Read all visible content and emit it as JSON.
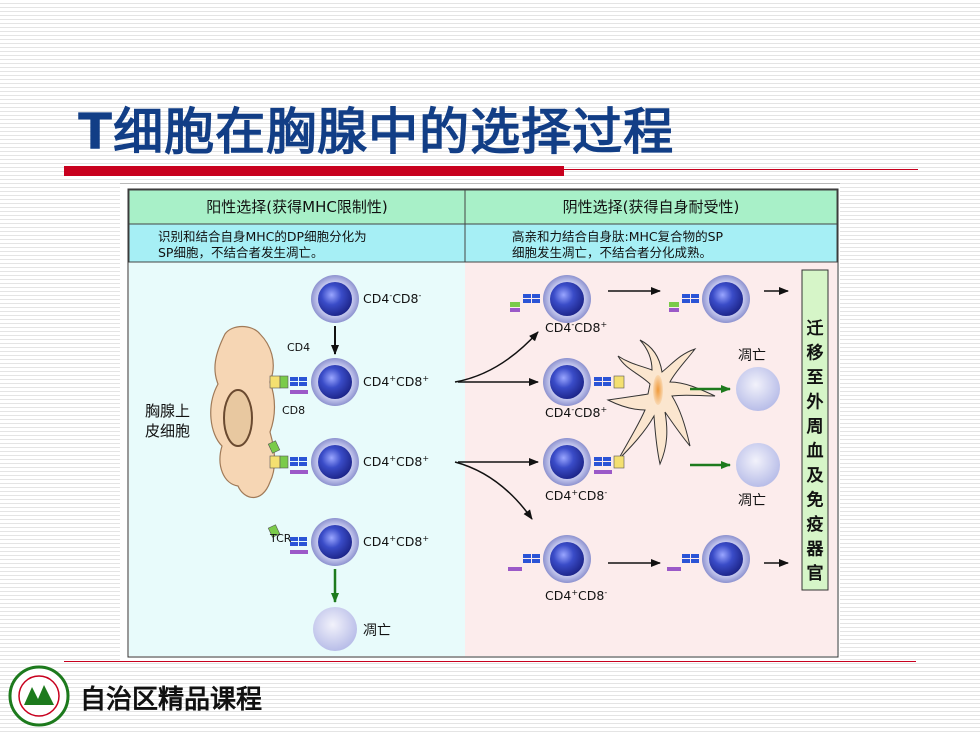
{
  "title": "T细胞在胸腺中的选择过程",
  "footer": "自治区精品课程",
  "diagram": {
    "left_header": "阳性选择(获得MHC限制性)",
    "right_header": "阴性选择(获得自身耐受性)",
    "left_desc_1": "识别和结合自身MHC的DP细胞分化为",
    "left_desc_2": "SP细胞，不结合者发生凋亡。",
    "right_desc_1": "高亲和力结合自身肽:MHC复合物的SP",
    "right_desc_2": "细胞发生凋亡，不结合者分化成熟。",
    "epithelial_label_1": "胸腺上",
    "epithelial_label_2": "皮细胞",
    "migrate_label": "迁移至外周血及免疫器官",
    "cd4_label": "CD4",
    "cd8_label": "CD8",
    "tcr_label": "TCR",
    "apoptosis": "凋亡",
    "cell_labels": {
      "l1": {
        "main": "CD4",
        "s1": "-",
        "mid": "CD8",
        "s2": "-"
      },
      "l2": {
        "main": "CD4",
        "s1": "+",
        "mid": "CD8",
        "s2": "+"
      },
      "l3": {
        "main": "CD4",
        "s1": "+",
        "mid": "CD8",
        "s2": "+"
      },
      "l4": {
        "main": "CD4",
        "s1": "+",
        "mid": "CD8",
        "s2": "+"
      },
      "r1": {
        "main": "CD4",
        "s1": "-",
        "mid": "CD8",
        "s2": "+"
      },
      "r2": {
        "main": "CD4",
        "s1": "-",
        "mid": "CD8",
        "s2": "+"
      },
      "r3": {
        "main": "CD4",
        "s1": "+",
        "mid": "CD8",
        "s2": "-"
      },
      "r4": {
        "main": "CD4",
        "s1": "+",
        "mid": "CD8",
        "s2": "-"
      }
    }
  },
  "colors": {
    "title": "#123e86",
    "header_bg": "#a8f0c8",
    "desc_bg": "#a6eff5",
    "left_panel_bg": "#e8fbfb",
    "right_panel_bg": "#fcecec",
    "red_bar": "#c8001e",
    "cell_blue": "#2a3aaa"
  }
}
